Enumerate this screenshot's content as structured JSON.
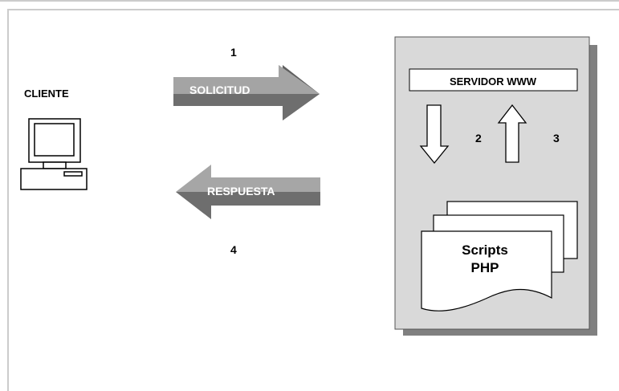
{
  "client": {
    "label": "CLIENTE"
  },
  "steps": {
    "request": "1",
    "to_scripts": "2",
    "from_scripts": "3",
    "response": "4"
  },
  "arrows": {
    "request_label": "SOLICITUD",
    "response_label": "RESPUESTA"
  },
  "server": {
    "label": "SERVIDOR WWW"
  },
  "scripts": {
    "line1": "Scripts",
    "line2": "PHP"
  },
  "colors": {
    "frame": "#cccccc",
    "server_panel": "#d9d9d9",
    "shadow": "#808080",
    "arrow_face": "#a6a6a6",
    "arrow_shade": "#5f5f5f",
    "text": "#000000",
    "arrow_text": "#ffffff"
  }
}
